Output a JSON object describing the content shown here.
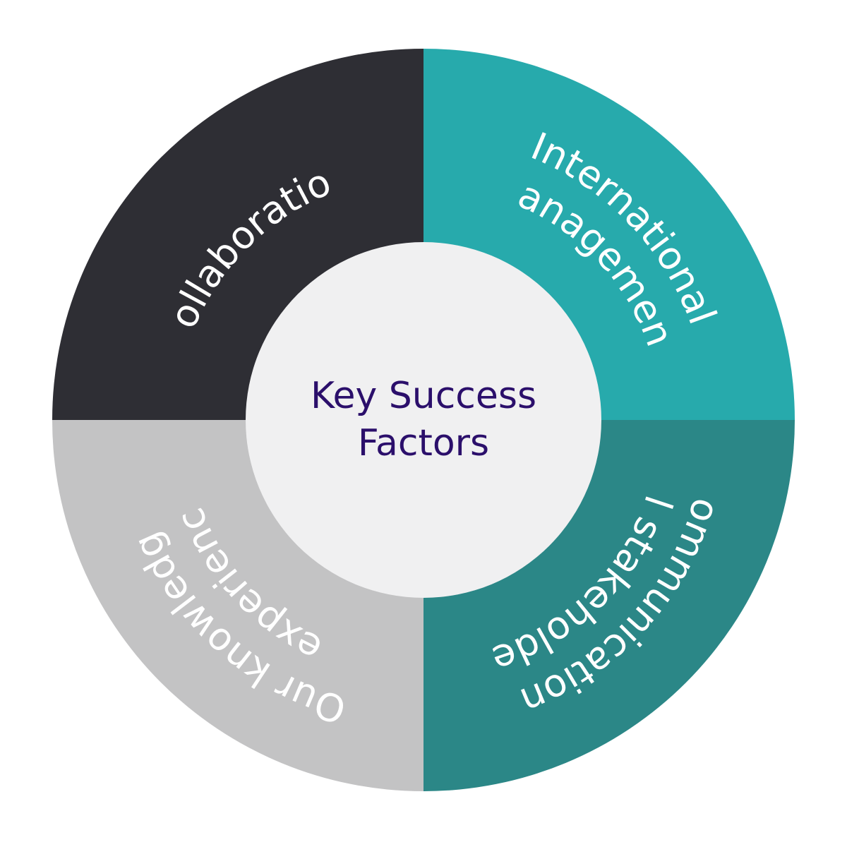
{
  "center": {
    "line1": "Key Success",
    "line2": "Factors",
    "text_color": "#2b0f6b",
    "fill_color": "#f0f0f1"
  },
  "segments": [
    {
      "id": "collaboration",
      "lines": [
        "Collaboration"
      ],
      "color": "#2e2e34"
    },
    {
      "id": "international-management",
      "lines": [
        "International",
        "Management"
      ],
      "color": "#27aaac"
    },
    {
      "id": "communication",
      "lines": [
        "Communication to",
        "all stakeholders"
      ],
      "color": "#2b8787"
    },
    {
      "id": "knowledge",
      "lines": [
        "Our knowledge",
        "& experience"
      ],
      "color": "#c3c3c4"
    }
  ]
}
